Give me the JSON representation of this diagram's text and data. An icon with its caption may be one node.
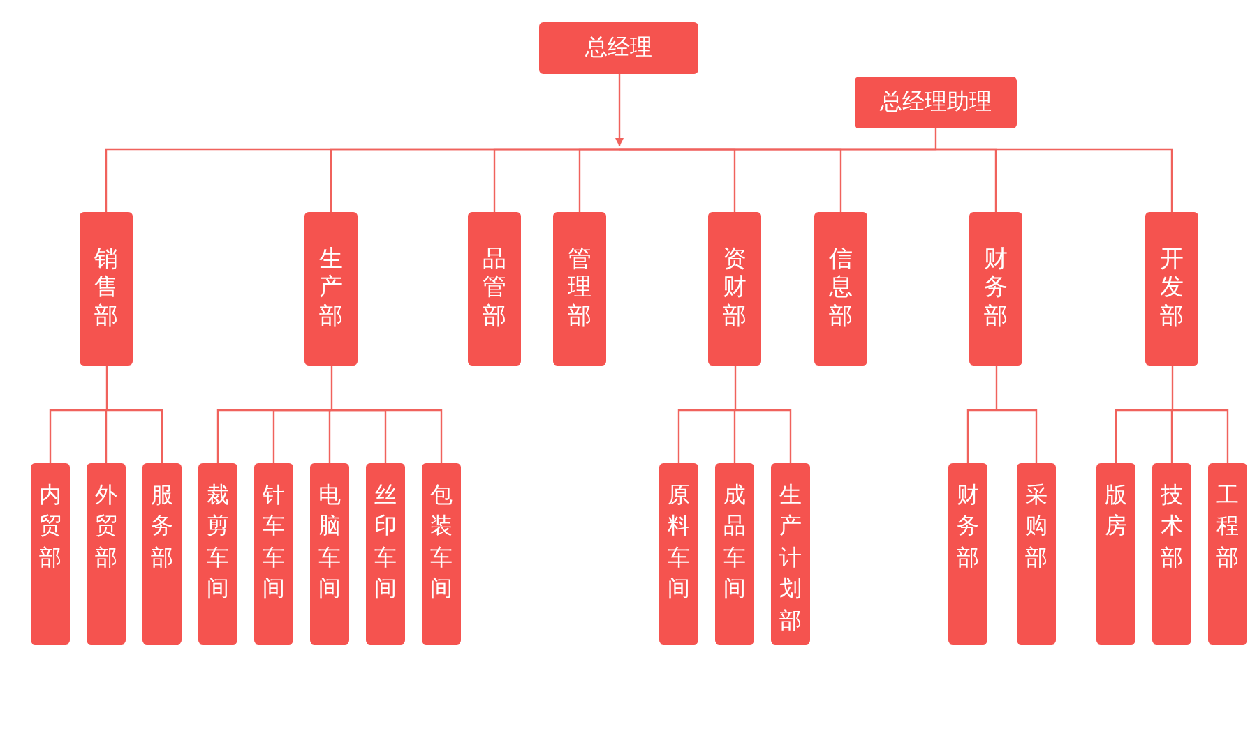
{
  "diagram": {
    "nodes": [
      {
        "text": [
          "总经理"
        ]
      },
      {
        "text": [
          "总经理助理"
        ]
      },
      {
        "text": [
          "销售部"
        ]
      },
      {
        "text": [
          "生产部"
        ]
      },
      {
        "text": [
          "品管部"
        ]
      },
      {
        "text": [
          "管理部"
        ]
      },
      {
        "text": [
          "资财部"
        ]
      },
      {
        "text": [
          "信息部"
        ]
      },
      {
        "text": [
          "财务部"
        ]
      },
      {
        "text": [
          "开发部"
        ]
      },
      {
        "text": [
          "内贸部"
        ]
      },
      {
        "text": [
          "外贸部"
        ]
      },
      {
        "text": [
          "服务部"
        ]
      },
      {
        "text": [
          "裁剪车间"
        ]
      },
      {
        "text": [
          "针车车间"
        ]
      },
      {
        "text": [
          "电脑车间"
        ]
      },
      {
        "text": [
          "丝印车间"
        ]
      },
      {
        "text": [
          "包装车间"
        ]
      },
      {
        "text": [
          "原料车间"
        ]
      },
      {
        "text": [
          "成品车间"
        ]
      },
      {
        "text": [
          "生产计划部"
        ]
      },
      {
        "text": [
          "财务部"
        ]
      },
      {
        "text": [
          "采购部"
        ]
      },
      {
        "text": [
          "版房"
        ]
      },
      {
        "text": [
          "技术部"
        ]
      },
      {
        "text": [
          "工程部"
        ]
      }
    ],
    "edges": [
      {
        "from": 0,
        "to": 1,
        "arrow": "none"
      },
      {
        "from": 0,
        "to": null,
        "arrow": "to"
      },
      {
        "from": 0,
        "to": 2,
        "arrow": "none"
      },
      {
        "from": 0,
        "to": 3,
        "arrow": "none"
      },
      {
        "from": 0,
        "to": 4,
        "arrow": "none"
      },
      {
        "from": 0,
        "to": 5,
        "arrow": "none"
      },
      {
        "from": 0,
        "to": 6,
        "arrow": "none"
      },
      {
        "from": 0,
        "to": 7,
        "arrow": "none"
      },
      {
        "from": 0,
        "to": 8,
        "arrow": "none"
      },
      {
        "from": 0,
        "to": 9,
        "arrow": "none"
      },
      {
        "from": 2,
        "to": 10,
        "arrow": "none"
      },
      {
        "from": 2,
        "to": 11,
        "arrow": "none"
      },
      {
        "from": 2,
        "to": 12,
        "arrow": "none"
      },
      {
        "from": 3,
        "to": 13,
        "arrow": "none"
      },
      {
        "from": 3,
        "to": 14,
        "arrow": "none"
      },
      {
        "from": 3,
        "to": 15,
        "arrow": "none"
      },
      {
        "from": 3,
        "to": 16,
        "arrow": "none"
      },
      {
        "from": 3,
        "to": 17,
        "arrow": "none"
      },
      {
        "from": 6,
        "to": 18,
        "arrow": "none"
      },
      {
        "from": 6,
        "to": 19,
        "arrow": "none"
      },
      {
        "from": 6,
        "to": 20,
        "arrow": "none"
      },
      {
        "from": 8,
        "to": 21,
        "arrow": "none"
      },
      {
        "from": 8,
        "to": 22,
        "arrow": "none"
      },
      {
        "from": 9,
        "to": 23,
        "arrow": "none"
      },
      {
        "from": 9,
        "to": 24,
        "arrow": "none"
      },
      {
        "from": 9,
        "to": 25,
        "arrow": "none"
      }
    ]
  }
}
